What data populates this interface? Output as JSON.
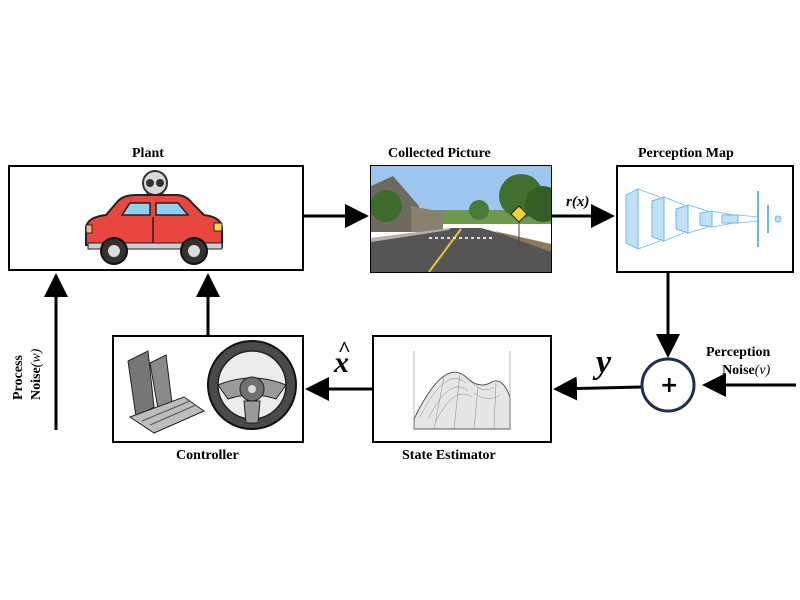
{
  "blocks": {
    "plant": "Plant",
    "collected_picture": "Collected Picture",
    "perception_map": "Perception Map",
    "controller": "Controller",
    "state_estimator": "State Estimator"
  },
  "signals": {
    "r_fn": "r",
    "r_arg": "(x)",
    "y": "y",
    "x_hat": "x",
    "sum": "+"
  },
  "noises": {
    "process_line1": "Process",
    "process_line2": "Noise",
    "process_sym": "(w)",
    "perception_line1": "Perception",
    "perception_line2": "Noise",
    "perception_sym": "(v)"
  },
  "colors": {
    "car_body": "#e8473f",
    "sky": "#9ec7ef",
    "road": "#555555",
    "nn_layer": "#bfe0f5",
    "nn_edge": "#6fb8e6"
  }
}
